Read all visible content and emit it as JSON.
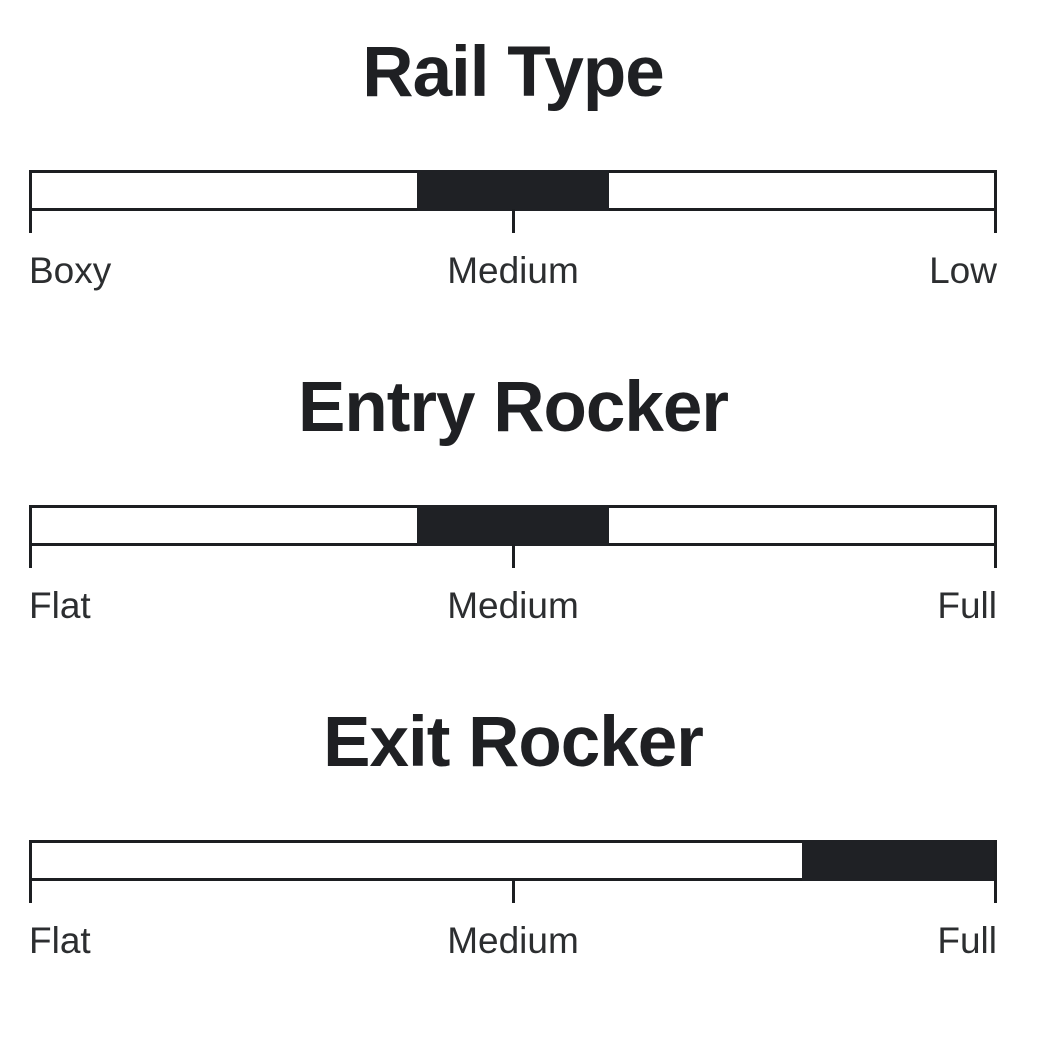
{
  "colors": {
    "background": "#ffffff",
    "line": "#1c1e21",
    "segment_fill": "#1f2125",
    "title_text": "#1f2023",
    "label_text": "#2c2e30"
  },
  "chart_data": [
    {
      "type": "bar",
      "title": "Rail Type",
      "axis_labels": [
        "Boxy",
        "Medium",
        "Low"
      ],
      "scale_range_pct": [
        0,
        100
      ],
      "segment_start_pct": 40,
      "segment_end_pct": 60,
      "indicated_value": "Medium",
      "tick_positions_pct": [
        0,
        50,
        100
      ]
    },
    {
      "type": "bar",
      "title": "Entry Rocker",
      "axis_labels": [
        "Flat",
        "Medium",
        "Full"
      ],
      "scale_range_pct": [
        0,
        100
      ],
      "segment_start_pct": 40,
      "segment_end_pct": 60,
      "indicated_value": "Medium",
      "tick_positions_pct": [
        0,
        50,
        100
      ]
    },
    {
      "type": "bar",
      "title": "Exit Rocker",
      "axis_labels": [
        "Flat",
        "Medium",
        "Full"
      ],
      "scale_range_pct": [
        0,
        100
      ],
      "segment_start_pct": 80,
      "segment_end_pct": 100,
      "indicated_value": "Full",
      "tick_positions_pct": [
        0,
        50,
        100
      ]
    }
  ]
}
